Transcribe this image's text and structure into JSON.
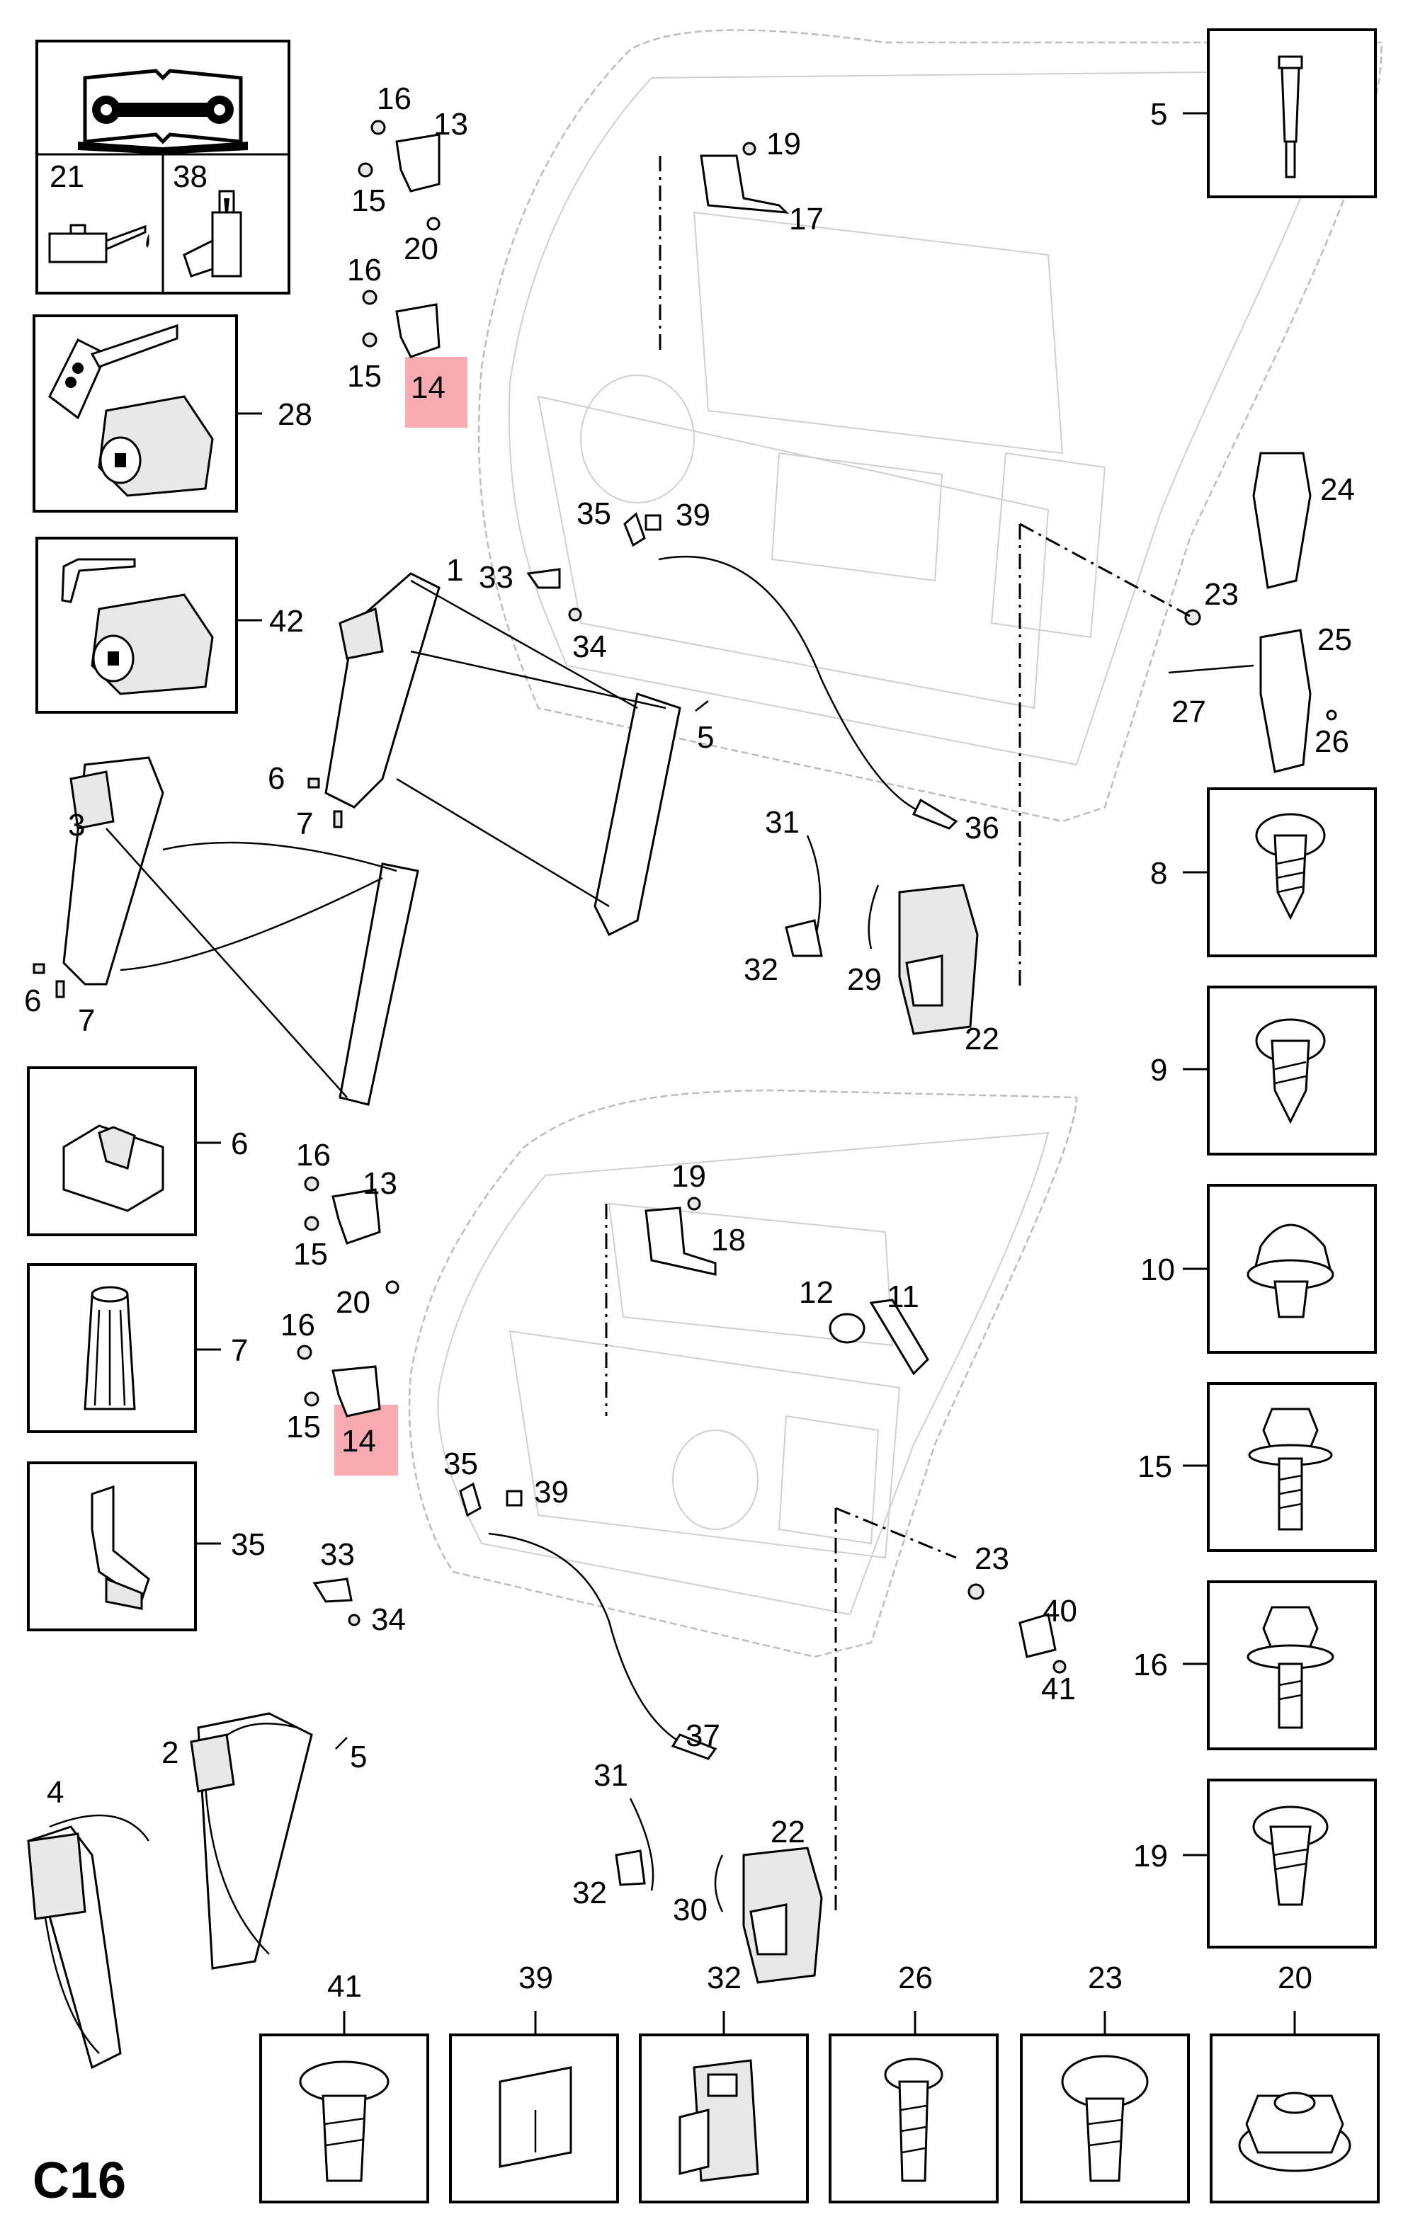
{
  "page_label": "C16",
  "highlight_color": "#f7a3a8",
  "manual_box": {
    "icon": "open-book-wrench-icon",
    "cells": [
      {
        "num": "21",
        "icon": "oil-can-icon"
      },
      {
        "num": "38",
        "icon": "grease-bottle-icon"
      }
    ]
  },
  "callouts": {
    "c13a": "13",
    "c16a": "16",
    "c15a": "15",
    "c20a": "20",
    "c16b": "16",
    "c15b": "15",
    "c14a": "14",
    "c19a": "19",
    "c17": "17",
    "c5a": "5",
    "c28": "28",
    "c42": "42",
    "c1": "1",
    "c33a": "33",
    "c34a": "34",
    "c35a": "35",
    "c39a": "39",
    "c24": "24",
    "c23a": "23",
    "c25": "25",
    "c27": "27",
    "c26a": "26",
    "c5b": "5",
    "c6a": "6",
    "c7a": "7",
    "c3": "3",
    "c6b": "6",
    "c7b": "7",
    "c31a": "31",
    "c36": "36",
    "c8": "8",
    "c32a": "32",
    "c29": "29",
    "c22a": "22",
    "c9": "9",
    "c6c": "6",
    "c16c": "16",
    "c13b": "13",
    "c19b": "19",
    "c18": "18",
    "c15c": "15",
    "c20b": "20",
    "c12": "12",
    "c11": "11",
    "c10": "10",
    "c7c": "7",
    "c16d": "16",
    "c15d": "15",
    "c14b": "14",
    "c15e": "15",
    "c35b": "35",
    "c39b": "39",
    "c35c": "35",
    "c33b": "33",
    "c34b": "34",
    "c23b": "23",
    "c40": "40",
    "c16e": "16",
    "c41a": "41",
    "c2": "2",
    "c5c": "5",
    "c37": "37",
    "c4": "4",
    "c31b": "31",
    "c22b": "22",
    "c19c": "19",
    "c32b": "32",
    "c30": "30",
    "b41": "41",
    "b39": "39",
    "b32": "32",
    "b26": "26",
    "b23": "23",
    "b20": "20"
  }
}
